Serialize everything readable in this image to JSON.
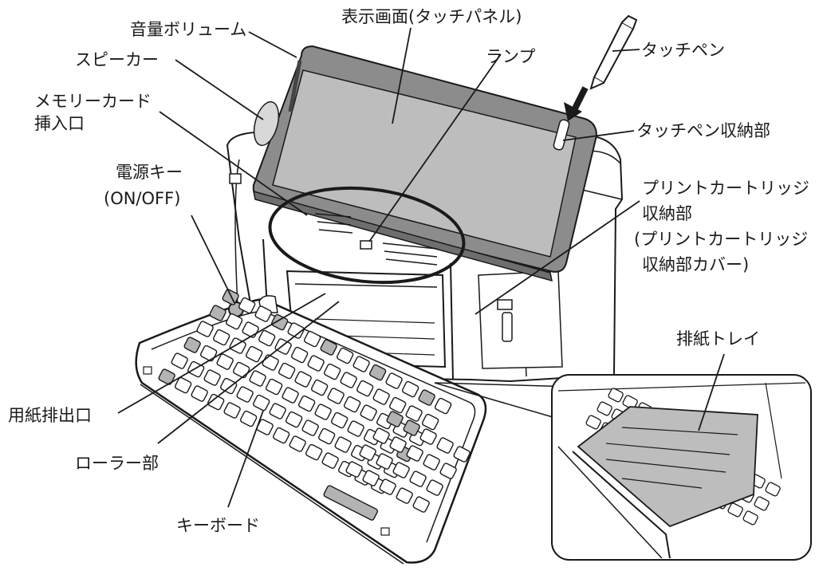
{
  "diagram": {
    "labels": {
      "volume": "音量ボリューム",
      "display": "表示画面(タッチパネル)",
      "lamp": "ランプ",
      "touch_pen": "タッチペン",
      "speaker": "スピーカー",
      "memory_card_1": "メモリーカード",
      "memory_card_2": "挿入口",
      "pen_storage": "タッチペン収納部",
      "power_key_1": "電源キー",
      "power_key_2": "(ON/OFF)",
      "cartridge_1": "プリントカートリッジ",
      "cartridge_2": "収納部",
      "cartridge_3": "(プリントカートリッジ",
      "cartridge_4": "収納部カバー)",
      "output_tray": "排紙トレイ",
      "paper_exit": "用紙排出口",
      "roller": "ローラー部",
      "keyboard": "キーボード"
    },
    "colors": {
      "line": "#1a1a1a",
      "screen": "#bdbdbd",
      "bezel": "#8c8c8c",
      "key_gray": "#b3b3b3",
      "body": "#ffffff"
    }
  }
}
